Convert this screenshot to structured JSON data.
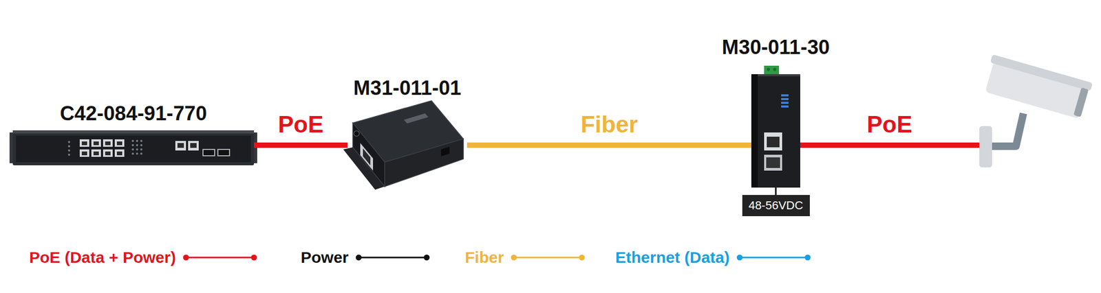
{
  "diagram": {
    "nodes": [
      {
        "text": [
          "C42-084-91-770"
        ]
      },
      {
        "text": [
          "M31-011-01"
        ]
      },
      {
        "text": [
          "M30-011-30"
        ]
      },
      {
        "text": [
          "48-56VDC"
        ]
      }
    ],
    "edges": [
      {
        "from": 0,
        "to": 1,
        "label": "PoE",
        "arrow": "none"
      },
      {
        "from": 1,
        "to": 2,
        "label": "Fiber",
        "arrow": "none"
      },
      {
        "from": 2,
        "to": 3,
        "arrow": "none"
      }
    ],
    "labels": [
      "PoE"
    ],
    "legend": [
      {
        "text": "PoE (Data + Power)"
      },
      {
        "text": "Power"
      },
      {
        "text": "Fiber"
      },
      {
        "text": "Ethernet (Data)"
      }
    ]
  }
}
